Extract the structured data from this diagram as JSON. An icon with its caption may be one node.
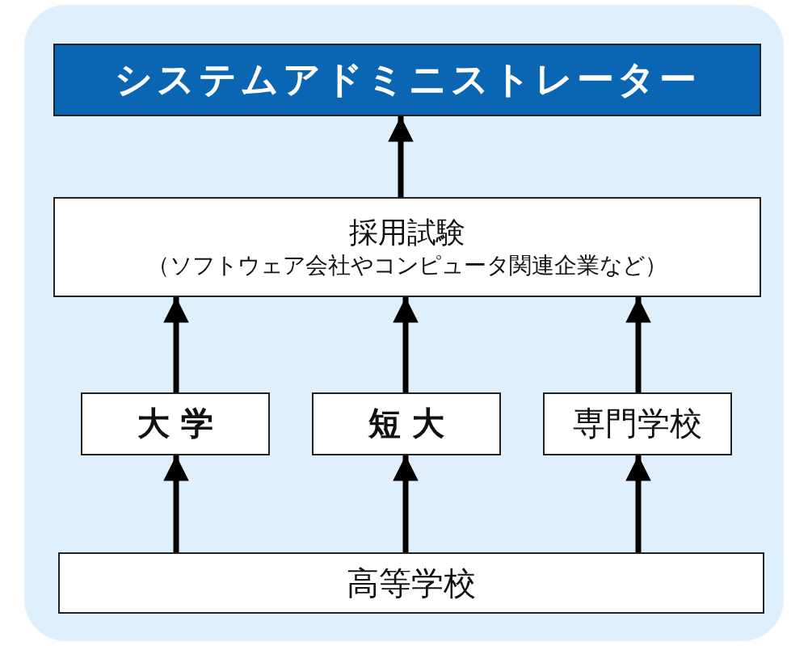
{
  "diagram": {
    "nodes": [
      {
        "text": [
          "システムアドミニストレーター"
        ]
      },
      {
        "text": [
          "採用試験",
          "（ソフトウェア会社やコンピュータ関連企業など）"
        ]
      },
      {
        "text": [
          "大 学"
        ]
      },
      {
        "text": [
          "短 大"
        ]
      },
      {
        "text": [
          "専門学校"
        ]
      },
      {
        "text": [
          "高等学校"
        ]
      }
    ],
    "edges": [
      {
        "from": 1,
        "to": 0,
        "arrow": "to"
      },
      {
        "from": 2,
        "to": 1,
        "arrow": "to"
      },
      {
        "from": 3,
        "to": 1,
        "arrow": "to"
      },
      {
        "from": 4,
        "to": 1,
        "arrow": "to"
      },
      {
        "from": 5,
        "to": 2,
        "arrow": "to"
      },
      {
        "from": 5,
        "to": 3,
        "arrow": "to"
      },
      {
        "from": 5,
        "to": 4,
        "arrow": "to"
      }
    ]
  }
}
